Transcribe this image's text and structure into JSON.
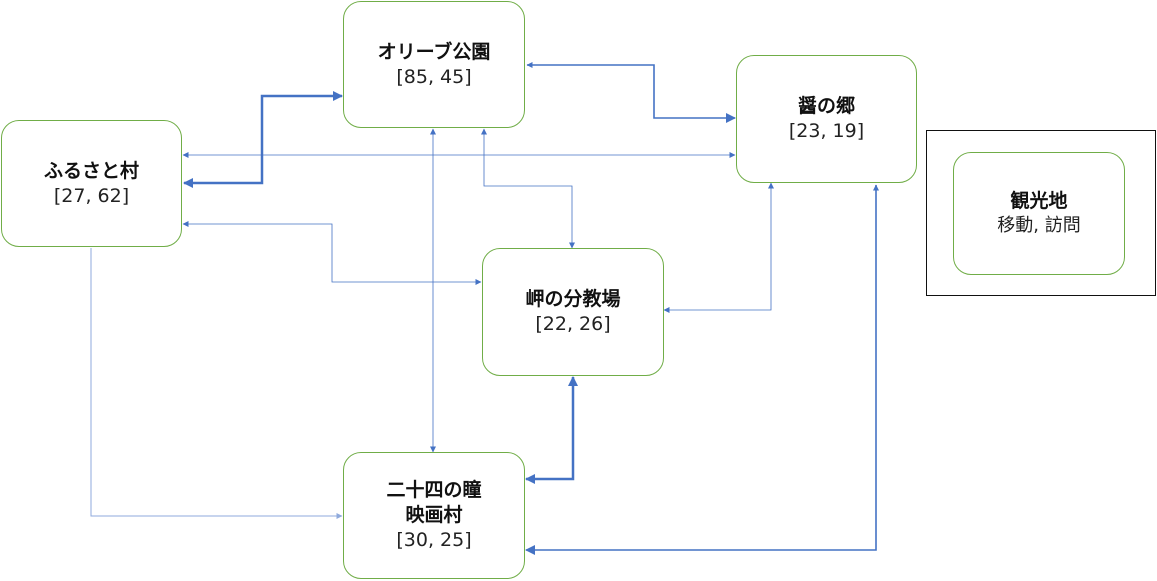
{
  "nodes": {
    "olive": {
      "name": "オリーブ公園",
      "value": "[85, 45]"
    },
    "hishio": {
      "name": "醤の郷",
      "value": "[23, 19]"
    },
    "furusato": {
      "name": "ふるさと村",
      "value": "[27, 62]"
    },
    "misaki": {
      "name": "岬の分教場",
      "value": "[22, 26]"
    },
    "nijushi": {
      "name_line1": "二十四の瞳",
      "name_line2": "映画村",
      "value": "[30, 25]"
    }
  },
  "legend": {
    "title": "観光地",
    "subtitle": "移動, 訪問"
  },
  "colors": {
    "node_border": "#70ad47",
    "edge": "#4472c4",
    "edge_light": "#8faadc",
    "legend_border": "#111111"
  }
}
